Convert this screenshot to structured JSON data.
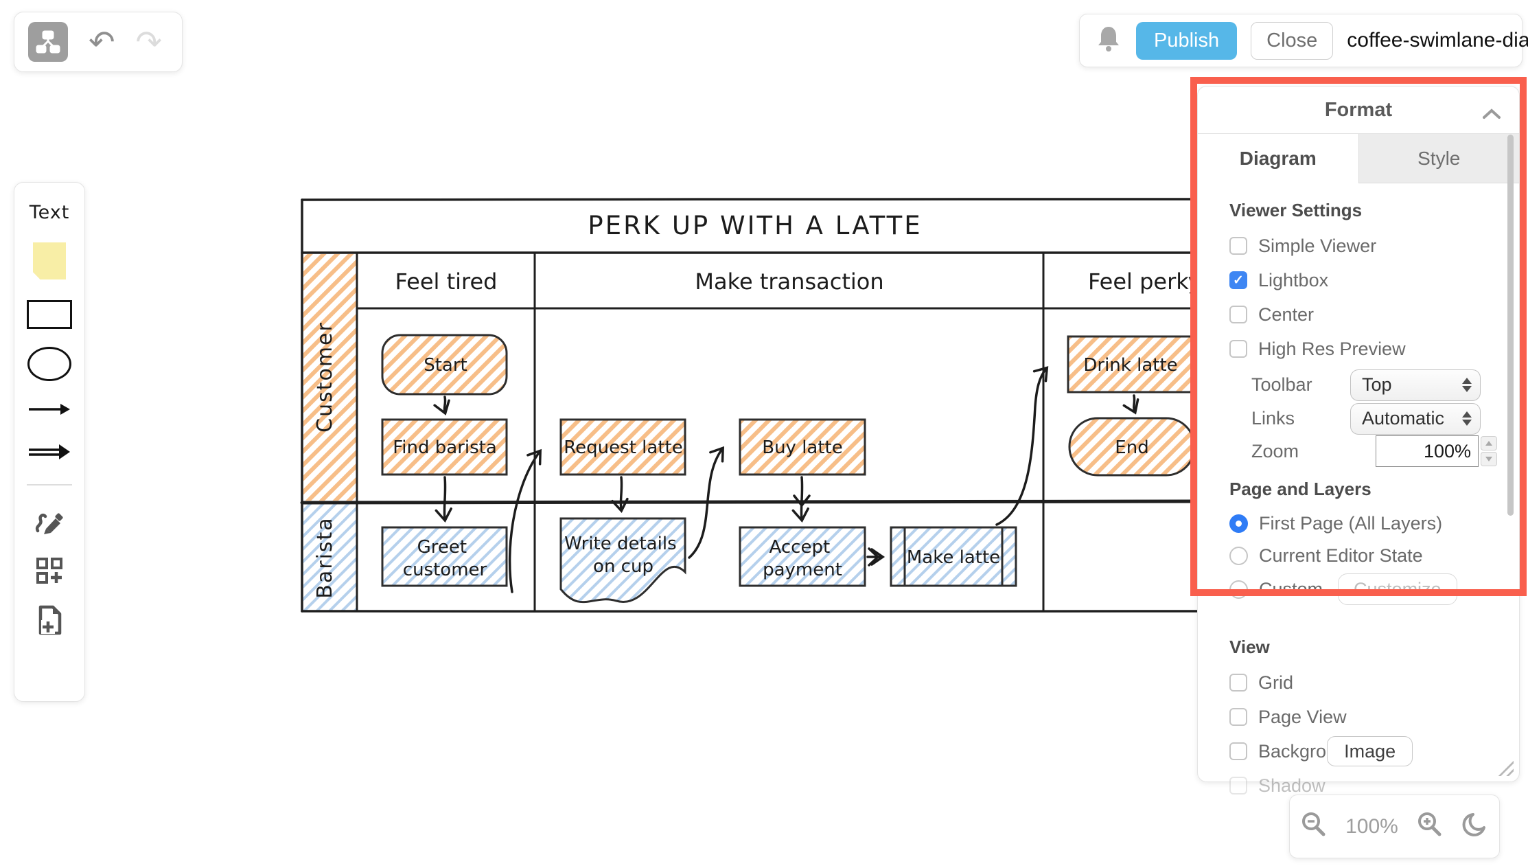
{
  "top_bar": {
    "publish": "Publish",
    "close": "Close",
    "filename": "coffee-swimlane-diagram",
    "undo_glyph": "↶",
    "redo_glyph": "↷"
  },
  "shape_palette": {
    "text_tool": "Text"
  },
  "format_panel": {
    "title": "Format",
    "tabs": {
      "diagram": "Diagram",
      "style": "Style"
    },
    "viewer_settings": {
      "heading": "Viewer Settings",
      "options": [
        {
          "label": "Simple Viewer",
          "checked": false
        },
        {
          "label": "Lightbox",
          "checked": true
        },
        {
          "label": "Center",
          "checked": false
        },
        {
          "label": "High Res Preview",
          "checked": false
        }
      ],
      "toolbar": {
        "label": "Toolbar",
        "value": "Top"
      },
      "links": {
        "label": "Links",
        "value": "Automatic"
      },
      "zoom": {
        "label": "Zoom",
        "value": "100%"
      }
    },
    "page_and_layers": {
      "heading": "Page and Layers",
      "options": [
        {
          "label": "First Page (All Layers)",
          "selected": true
        },
        {
          "label": "Current Editor State",
          "selected": false
        },
        {
          "label": "Custom",
          "selected": false
        }
      ],
      "customize": "Customize"
    },
    "view": {
      "heading": "View",
      "options": [
        {
          "label": "Grid",
          "checked": false
        },
        {
          "label": "Page View",
          "checked": false
        },
        {
          "label": "Background",
          "checked": false
        },
        {
          "label": "Shadow",
          "checked": false,
          "disabled": true
        }
      ],
      "image_button": "Image"
    }
  },
  "diagram": {
    "title": "PERK UP WITH A LATTE",
    "phases": [
      "Feel tired",
      "Make transaction",
      "Feel perky"
    ],
    "lanes": [
      "Customer",
      "Barista"
    ],
    "nodes": {
      "start": "Start",
      "find_barista": "Find barista",
      "request_latte": "Request latte",
      "buy_latte": "Buy latte",
      "drink_latte": "Drink latte",
      "end": "End",
      "greet_customer": [
        "Greet",
        "customer"
      ],
      "write_details": [
        "Write details",
        "on cup"
      ],
      "accept_payment": [
        "Accept",
        "payment"
      ],
      "make_latte": "Make latte"
    }
  },
  "zoom_bar": {
    "level": "100%"
  },
  "colors": {
    "highlight_red": "#f95f4d",
    "publish_blue": "#56b7e8",
    "selection_blue": "#2f7cf6",
    "orange_hatch": "#f7be88",
    "blue_hatch": "#b5d0ec"
  }
}
